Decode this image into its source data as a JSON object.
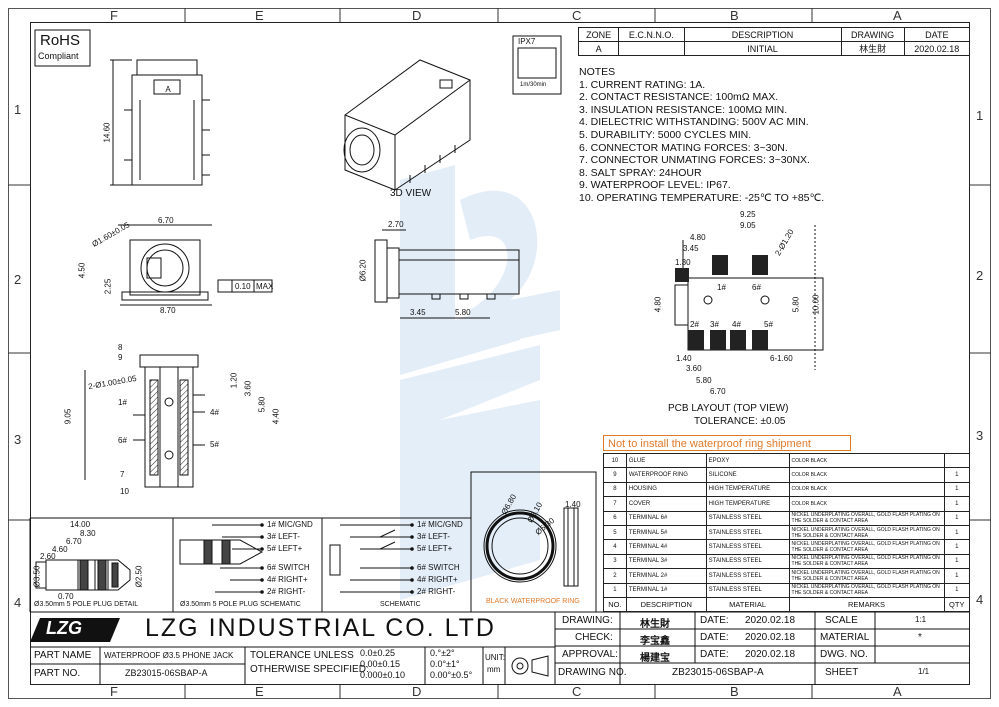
{
  "zones_top": [
    "F",
    "E",
    "D",
    "C",
    "B",
    "A"
  ],
  "zones_bottom": [
    "F",
    "E",
    "D",
    "C",
    "B",
    "A"
  ],
  "zones_left": [
    "1",
    "2",
    "3",
    "4"
  ],
  "zones_right": [
    "1",
    "2",
    "3",
    "4"
  ],
  "rohs": {
    "title": "RoHS",
    "sub": "Compliant"
  },
  "ipx": {
    "label": "IPX7",
    "time": "1m/30min"
  },
  "revision": {
    "headers": [
      "ZONE",
      "E.C.N.N.O.",
      "DESCRIPTION",
      "DRAWING",
      "DATE"
    ],
    "row": [
      "A",
      "",
      "INITIAL",
      "林生財",
      "2020.02.18"
    ]
  },
  "notes": {
    "title": "NOTES",
    "items": [
      "1. CURRENT RATING: 1A.",
      "2. CONTACT RESISTANCE: 100mΩ MAX.",
      "3. INSULATION RESISTANCE: 100MΩ MIN.",
      "4. DIELECTRIC WITHSTANDING: 500V AC MIN.",
      "5. DURABILITY: 5000 CYCLES MIN.",
      "6. CONNECTOR MATING FORCES: 3~30N.",
      "7. CONNECTOR UNMATING FORCES: 3~30NX.",
      "8. SALT SPRAY: 24HOUR",
      "9. WATERPROOF LEVEL: IP67.",
      "10. OPERATING TEMPERATURE: -25℃ TO +85℃."
    ]
  },
  "view_labels": {
    "view3d": "3D VIEW",
    "pcb": "PCB LAYOUT (TOP VIEW)",
    "tolerance": "TOLERANCE: ±0.05",
    "waterproof_ring": "BLACK WATERPROOF RING",
    "plug_detail": "Ø3.50mm 5 POLE PLUG DETAIL",
    "plug_schematic": "Ø3.50mm 5 POLE PLUG SCHEMATIC",
    "schematic": "SCHEMATIC"
  },
  "dims": {
    "d1460": "14.60",
    "d670": "6.70",
    "d160": "Ø1.60±0.05",
    "d450": "4.50",
    "d225": "2.25",
    "d870": "8.70",
    "flat": "0.10",
    "max": "MAX",
    "d270": "2.70",
    "d620": "Ø6.20",
    "d345": "3.45",
    "d580": "5.80",
    "d925": "9.25",
    "d905": "9.05",
    "d480": "4.80",
    "d345b": "3.45",
    "d130": "1.30",
    "d120": "2-Ø1.20",
    "d480b": "4.80",
    "d580b": "5.80",
    "d1000": "10.00",
    "d140": "1.40",
    "d160b": "6-1.60",
    "d360": "3.60",
    "d580c": "5.80",
    "d670b": "6.70",
    "d100": "2-Ø1.00±0.05",
    "d905b": "9.05",
    "d120b": "1.20",
    "d360b": "3.60",
    "d580d": "5.80",
    "d440": "4.40",
    "r680": "Ø6.80",
    "r610": "Ø6.10",
    "r530": "Ø5.30",
    "r140": "1.40",
    "p1400": "14.00",
    "p830": "8.30",
    "p670": "6.70",
    "p460": "4.60",
    "p260": "2.60",
    "p070": "0.70",
    "p350": "Ø3.50",
    "p250": "Ø2.50"
  },
  "pin_labels": {
    "pins": [
      "1#",
      "2#",
      "3#",
      "4#",
      "5#",
      "6#"
    ],
    "side": [
      "8",
      "9",
      "1#",
      "4#",
      "6#",
      "5#",
      "7",
      "10"
    ]
  },
  "plug_schematic": [
    "1# MIC/GND",
    "3# LEFT-",
    "5# LEFT+",
    "6# SWITCH",
    "4# RIGHT+",
    "2# RIGHT-"
  ],
  "schematic_pins": [
    "1# MIC/GND",
    "3# LEFT-",
    "5# LEFT+",
    "6# SWITCH",
    "4# RIGHT+",
    "2# RIGHT-"
  ],
  "warning": "Not to install the waterproof ring shipment",
  "bom": {
    "header": [
      "NO.",
      "DESCRIPTION",
      "MATERIAL",
      "REMARKS",
      "QTY"
    ],
    "rows": [
      [
        "10",
        "GLUE",
        "EPOXY",
        "COLOR BLACK",
        ""
      ],
      [
        "9",
        "WATERPROOF RING",
        "SILICONE",
        "COLOR BLACK",
        "1"
      ],
      [
        "8",
        "HOUSING",
        "HIGH TEMPERATURE",
        "COLOR BLACK",
        "1"
      ],
      [
        "7",
        "COVER",
        "HIGH TEMPERATURE",
        "COLOR BLACK",
        "1"
      ],
      [
        "6",
        "TERMINAL 6#",
        "STAINLESS STEEL",
        "NICKEL UNDERPLATING OVERALL, GOLD FLASH PLATING ON THE SOLDER & CONTACT AREA",
        "1"
      ],
      [
        "5",
        "TERMINAL 5#",
        "STAINLESS STEEL",
        "NICKEL UNDERPLATING OVERALL, GOLD FLASH PLATING ON THE SOLDER & CONTACT AREA",
        "1"
      ],
      [
        "4",
        "TERMINAL 4#",
        "STAINLESS STEEL",
        "NICKEL UNDERPLATING OVERALL, GOLD FLASH PLATING ON THE SOLDER & CONTACT AREA",
        "1"
      ],
      [
        "3",
        "TERMINAL 3#",
        "STAINLESS STEEL",
        "NICKEL UNDERPLATING OVERALL, GOLD FLASH PLATING ON THE SOLDER & CONTACT AREA",
        "1"
      ],
      [
        "2",
        "TERMINAL 2#",
        "STAINLESS STEEL",
        "NICKEL UNDERPLATING OVERALL, GOLD FLASH PLATING ON THE SOLDER & CONTACT AREA",
        "1"
      ],
      [
        "1",
        "TERMINAL 1#",
        "STAINLESS STEEL",
        "NICKEL UNDERPLATING OVERALL, GOLD FLASH PLATING ON THE SOLDER & CONTACT AREA",
        "1"
      ]
    ]
  },
  "title_block": {
    "logo": "LZG",
    "company": "LZG INDUSTRIAL CO. LTD",
    "part_name_label": "PART NAME",
    "part_name": "WATERPROOF Ø3.5 PHONE JACK",
    "part_no_label": "PART NO.",
    "part_no": "ZB23015-06SBAP-A",
    "tol1": "TOLERANCE UNLESS",
    "tol2": "OTHERWISE SPECIFIED:",
    "tv1": "0.0±0.25",
    "tv2": "0.00±0.15",
    "tv3": "0.000±0.10",
    "ta1": "0.°±2°",
    "ta2": "0.0°±1°",
    "ta3": "0.00°±0.5°",
    "unit_label": "UNIT:",
    "unit": "mm",
    "drawing_label": "DRAWING:",
    "drawing_by": "林生財",
    "check_label": "CHECK:",
    "check_by": "李宝鑫",
    "approval_label": "APPROVAL:",
    "approval_by": "楊建宝",
    "date_label": "DATE:",
    "date1": "2020.02.18",
    "date2": "2020.02.18",
    "date3": "2020.02.18",
    "scale_label": "SCALE",
    "scale": "1:1",
    "material_label": "MATERIAL",
    "material": "*",
    "dwgno_label": "DWG. NO.",
    "drawing_no_label": "DRAWING NO.",
    "drawing_no": "ZB23015-06SBAP-A",
    "sheet_label": "SHEET",
    "sheet": "1/1"
  }
}
